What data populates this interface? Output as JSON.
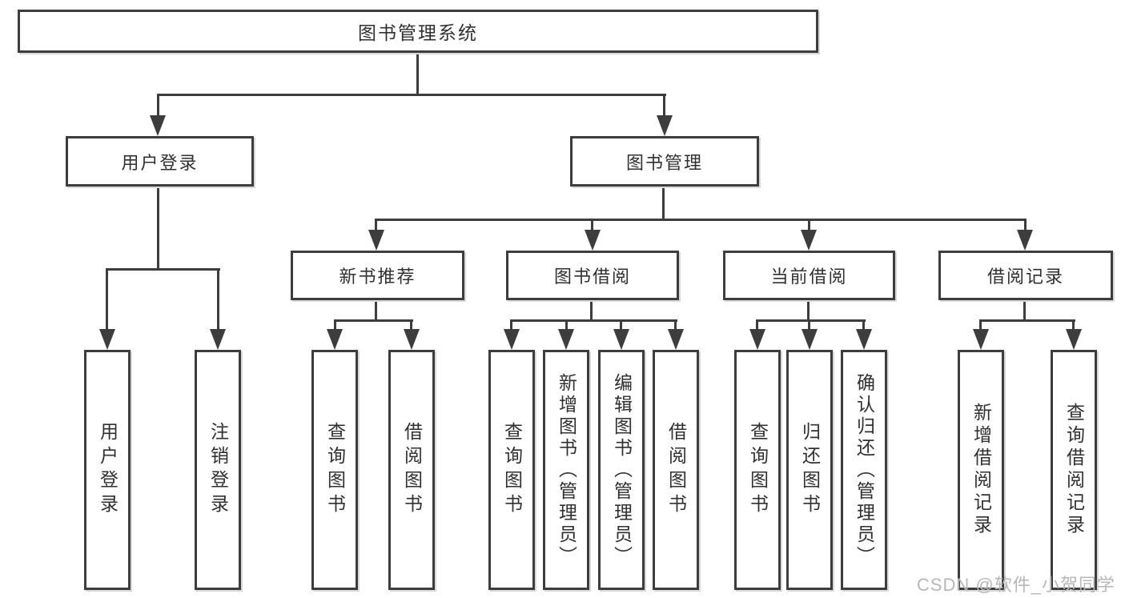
{
  "root": {
    "label": "图书管理系统"
  },
  "level1": [
    {
      "id": "user-login",
      "label": "用户登录"
    },
    {
      "id": "book-management",
      "label": "图书管理"
    }
  ],
  "level2": [
    {
      "id": "new-book-recommend",
      "label": "新书推荐",
      "parent": "图书管理"
    },
    {
      "id": "book-borrowing",
      "label": "图书借阅",
      "parent": "图书管理"
    },
    {
      "id": "current-borrowing",
      "label": "当前借阅",
      "parent": "图书管理"
    },
    {
      "id": "borrowing-records",
      "label": "借阅记录",
      "parent": "图书管理"
    }
  ],
  "leaves": [
    {
      "label": "用户登录",
      "parent": "用户登录"
    },
    {
      "label": "注销登录",
      "parent": "用户登录"
    },
    {
      "label": "查询图书",
      "parent": "新书推荐"
    },
    {
      "label": "借阅图书",
      "parent": "新书推荐"
    },
    {
      "label": "查询图书",
      "parent": "图书借阅"
    },
    {
      "label": "新增图书（管理员）",
      "parent": "图书借阅"
    },
    {
      "label": "编辑图书（管理员）",
      "parent": "图书借阅"
    },
    {
      "label": "借阅图书",
      "parent": "图书借阅"
    },
    {
      "label": "查询图书",
      "parent": "当前借阅"
    },
    {
      "label": "归还图书",
      "parent": "当前借阅"
    },
    {
      "label": "确认归还（管理员）",
      "parent": "当前借阅"
    },
    {
      "label": "新增借阅记录",
      "parent": "借阅记录"
    },
    {
      "label": "查询借阅记录",
      "parent": "借阅记录"
    }
  ],
  "watermark": "CSDN @软件_小贺同学",
  "colors": {
    "line": "#3d3d3d",
    "text": "#303030",
    "watermark": "#b7b7b7",
    "background": "#ffffff"
  }
}
